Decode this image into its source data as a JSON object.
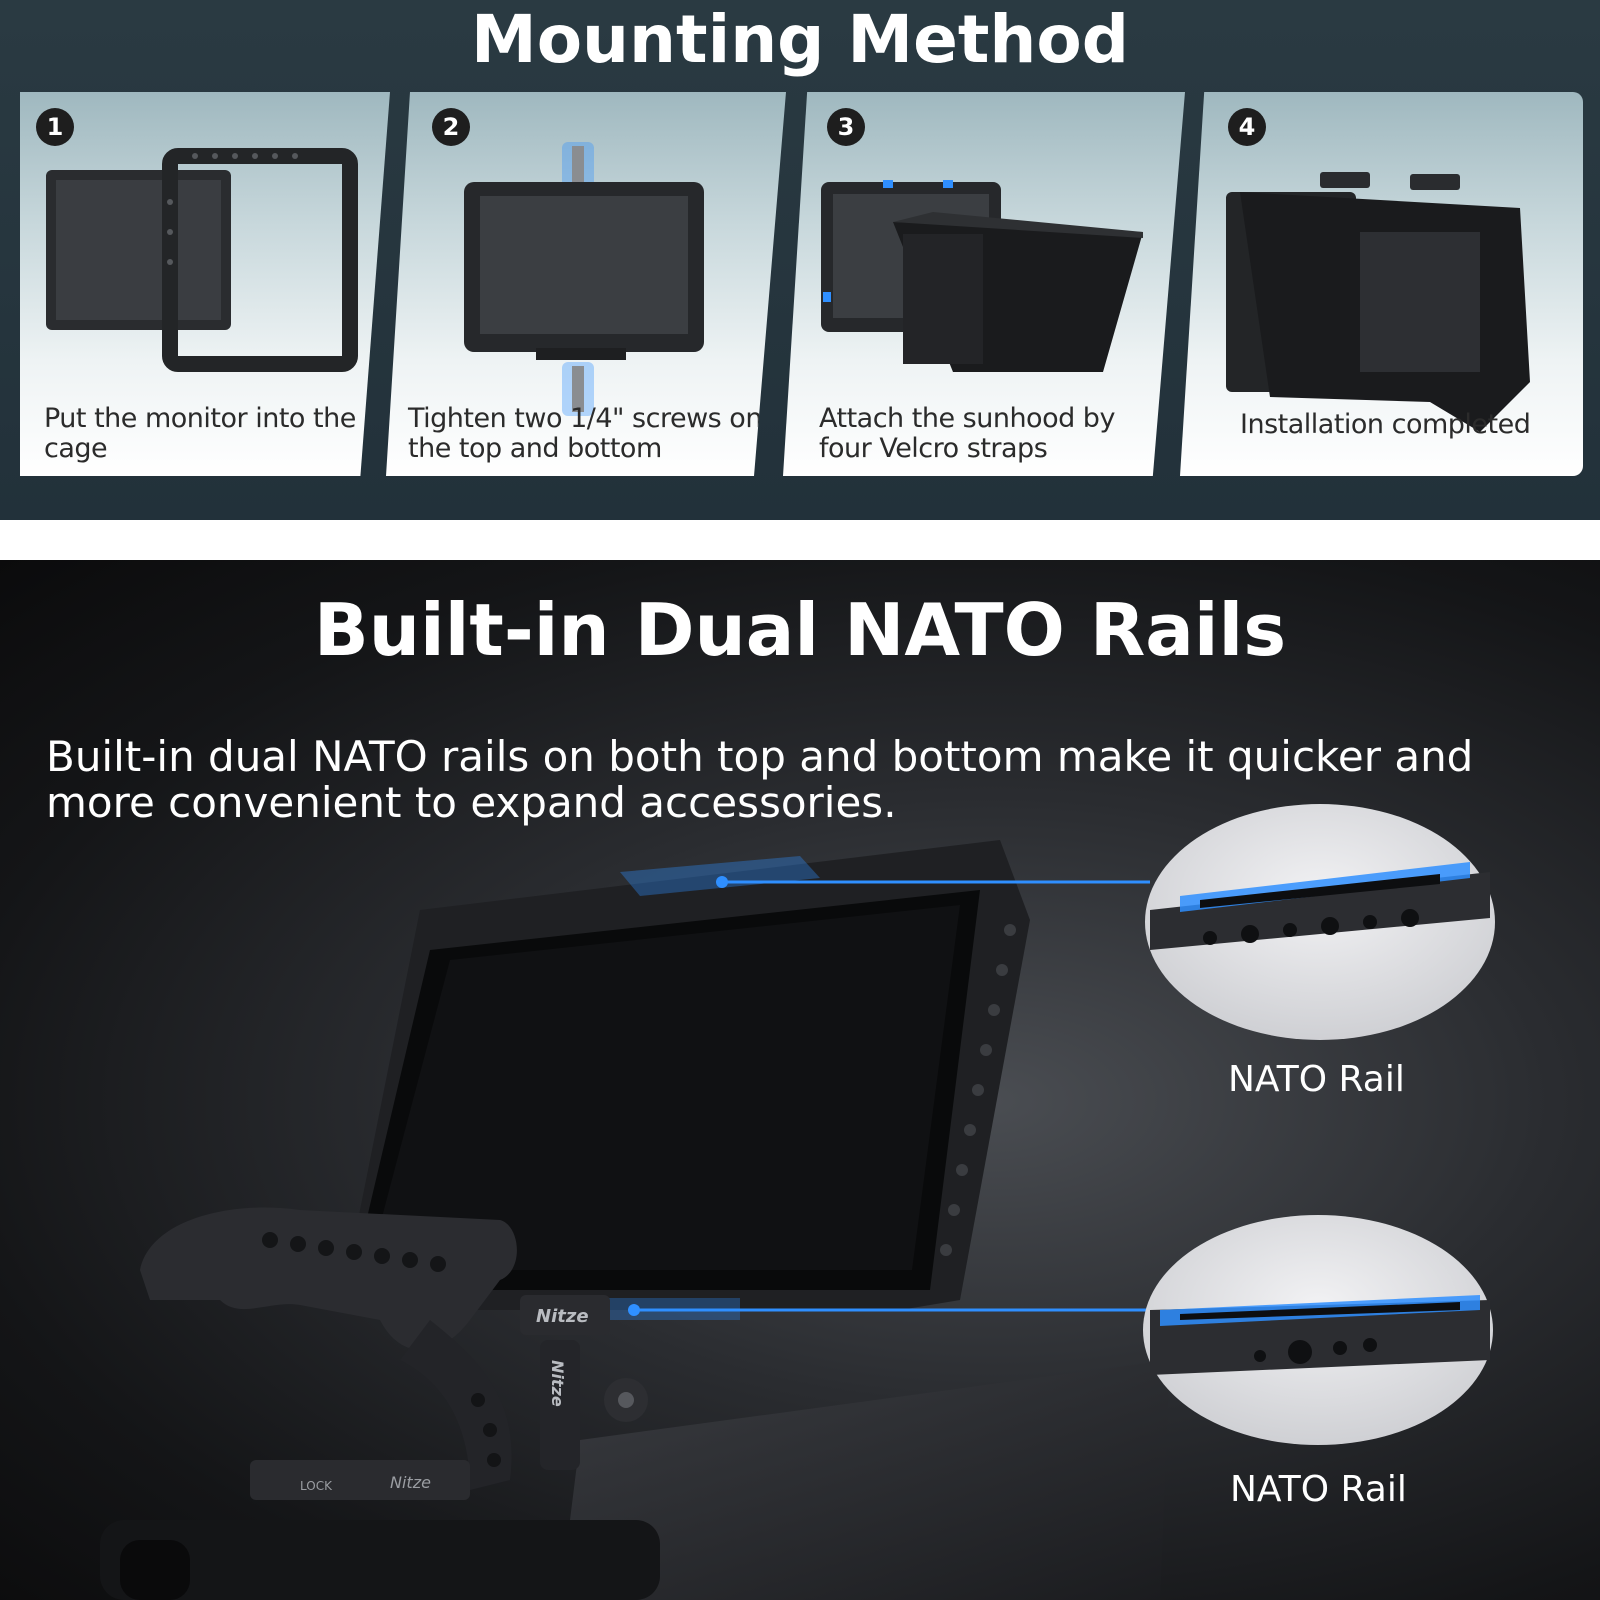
{
  "mounting": {
    "title": "Mounting Method",
    "steps": [
      {
        "number": "1",
        "caption": "Put the monitor into the cage"
      },
      {
        "number": "2",
        "caption": "Tighten two 1/4\" screws on the top and bottom"
      },
      {
        "number": "3",
        "caption": "Attach the sunhood by four Velcro straps"
      },
      {
        "number": "4",
        "caption": "Installation completed"
      }
    ]
  },
  "nato": {
    "title": "Built-in Dual NATO Rails",
    "description": "Built-in dual NATO rails on both top and bottom make it quicker and more convenient to expand accessories.",
    "rail_labels": [
      "NATO Rail",
      "NATO Rail"
    ],
    "brand_marks": [
      "Nitze",
      "Nitze",
      "Nitze"
    ],
    "lock_text": "LOCK"
  },
  "colors": {
    "header_bg": "#2a3a42",
    "accent_blue": "#2f8fff",
    "dark_bg": "#141517"
  }
}
